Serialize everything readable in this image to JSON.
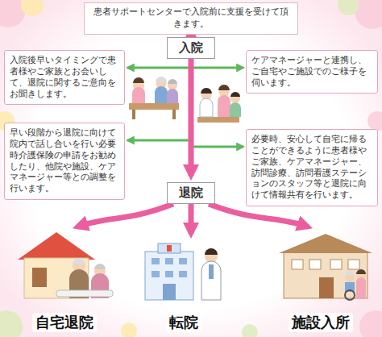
{
  "diagram": {
    "nodes": [
      {
        "text": [
          "患者サポートセンターで入院前に支援を受けて頂きます。"
        ]
      },
      {
        "text": [
          "入院"
        ]
      },
      {
        "text": [
          "入院後早いタイミングで患者様やご家族とお会いして、退院に関するご意向をお聞きします。"
        ]
      },
      {
        "text": [
          "ケアマネージャーと連携し、ご自宅やご施設でのご様子を伺います。"
        ]
      },
      {
        "text": [
          "早い段階から退院に向けて院内で話し合いを行い必要時介護保険の申請をお勧めしたり、他院や施設、ケアマネージャー等との調整を行います。"
        ]
      },
      {
        "text": [
          "必要時、安心して自宅に帰ることができるように患者様やご家族、ケアマネージャー、訪問診療、訪問看護ステーションのスタッフ等と退院に向けて情報共有を行います。"
        ]
      },
      {
        "text": [
          "退院"
        ]
      },
      {
        "text": [
          "自宅退院"
        ]
      },
      {
        "text": [
          "転院"
        ]
      },
      {
        "text": [
          "施設入所"
        ]
      }
    ],
    "edges": [
      {
        "from": 0,
        "to": 1,
        "arrow": "to"
      },
      {
        "from": 1,
        "to": 2,
        "arrow": "to"
      },
      {
        "from": 1,
        "to": 3,
        "arrow": "to"
      },
      {
        "from": 1,
        "to": 4,
        "arrow": "to"
      },
      {
        "from": 1,
        "to": 5,
        "arrow": "to"
      },
      {
        "from": 1,
        "to": 6,
        "arrow": "to"
      },
      {
        "from": 6,
        "to": 7,
        "arrow": "to"
      },
      {
        "from": 6,
        "to": 8,
        "arrow": "to"
      },
      {
        "from": 6,
        "to": 9,
        "arrow": "to"
      }
    ]
  }
}
